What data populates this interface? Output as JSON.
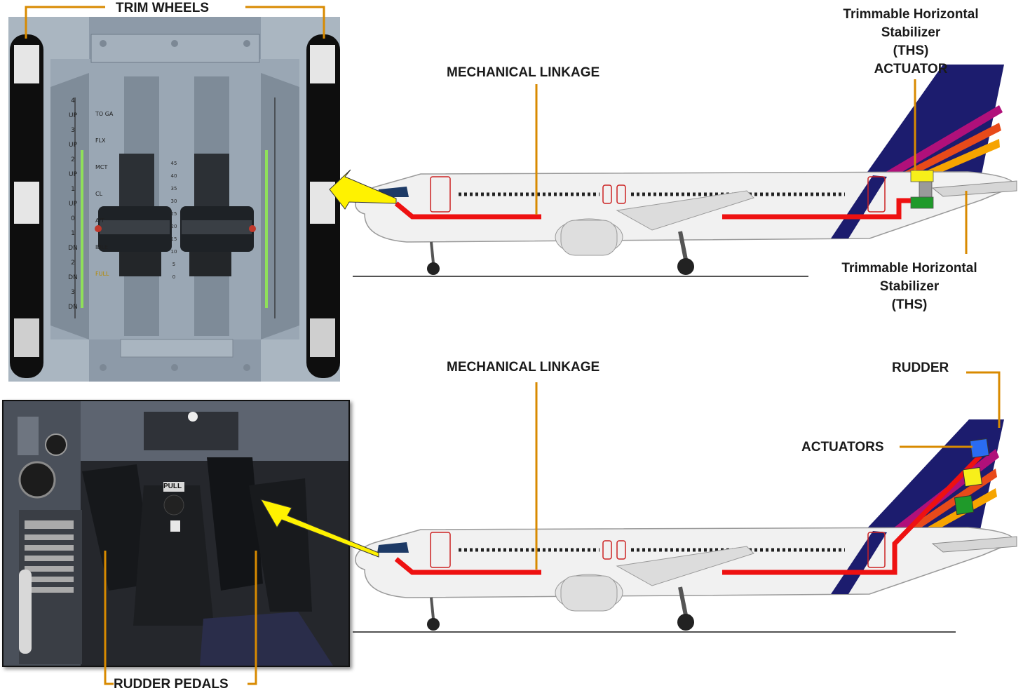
{
  "labels": {
    "trim_wheels": "TRIM WHEELS",
    "mechanical_linkage_top": "MECHANICAL LINKAGE",
    "ths_actuator_lines": [
      "Trimmable Horizontal",
      "Stabilizer",
      "(THS)",
      "ACTUATOR"
    ],
    "ths_lines": [
      "Trimmable Horizontal",
      "Stabilizer",
      "(THS)"
    ],
    "mechanical_linkage_bottom": "MECHANICAL LINKAGE",
    "rudder": "RUDDER",
    "actuators": "ACTUATORS",
    "rudder_pedals": "RUDDER PEDALS"
  },
  "trim_scale": {
    "left": [
      "4",
      "UP",
      "3",
      "UP",
      "2",
      "UP",
      "1",
      "UP",
      "0",
      "1",
      "DN",
      "2",
      "DN",
      "3",
      "DN"
    ],
    "thrust_marks": [
      "TO GA",
      "FLX MCT",
      "CL",
      "A/T",
      "IDLE",
      "FULL"
    ],
    "center_ticks": [
      "45",
      "40",
      "35",
      "30",
      "25",
      "20",
      "15",
      "10",
      "5",
      "0"
    ]
  },
  "pedal_pull": "PULL",
  "colors": {
    "linkage": "#ee1111",
    "leader": "#d88a00",
    "arrow": "#fff200",
    "tail_blue": "#1c1c6e",
    "actuator_yellow": "#f7ef1a",
    "actuator_green": "#1f9a2a",
    "actuator_blue": "#2a6cf2",
    "actuator_grey": "#9a9a9a"
  }
}
